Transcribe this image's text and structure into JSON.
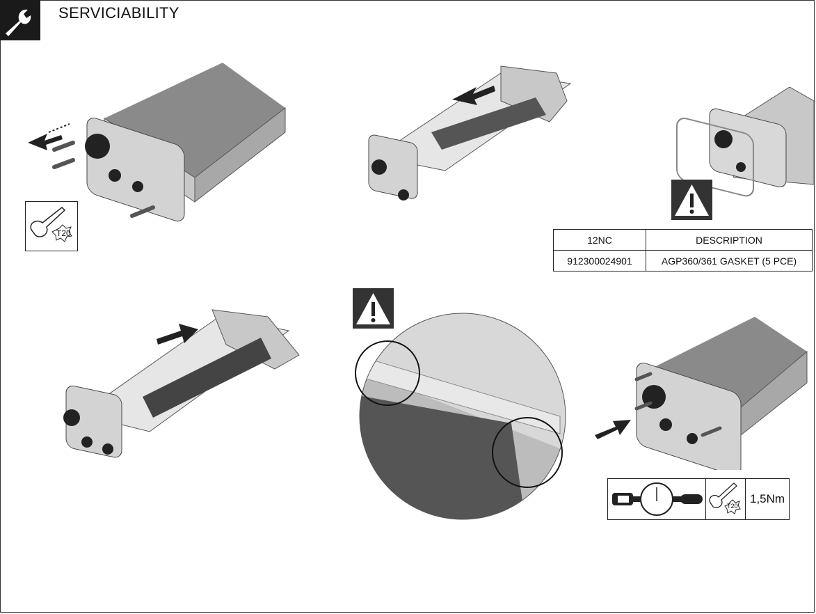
{
  "header": {
    "title": "SERVICIABILITY",
    "logo_icon": "wrench-icon"
  },
  "parts_table": {
    "columns": [
      "12NC",
      "DESCRIPTION"
    ],
    "rows": [
      [
        "912300024901",
        "AGP360/361 GASKET (5 PCE)"
      ]
    ]
  },
  "tools": {
    "driver_bit": "T20",
    "torque_value": "1,5Nm"
  },
  "colors": {
    "warning": "#333333",
    "housing": "#bdbdbd",
    "driver_block": "#555555"
  }
}
